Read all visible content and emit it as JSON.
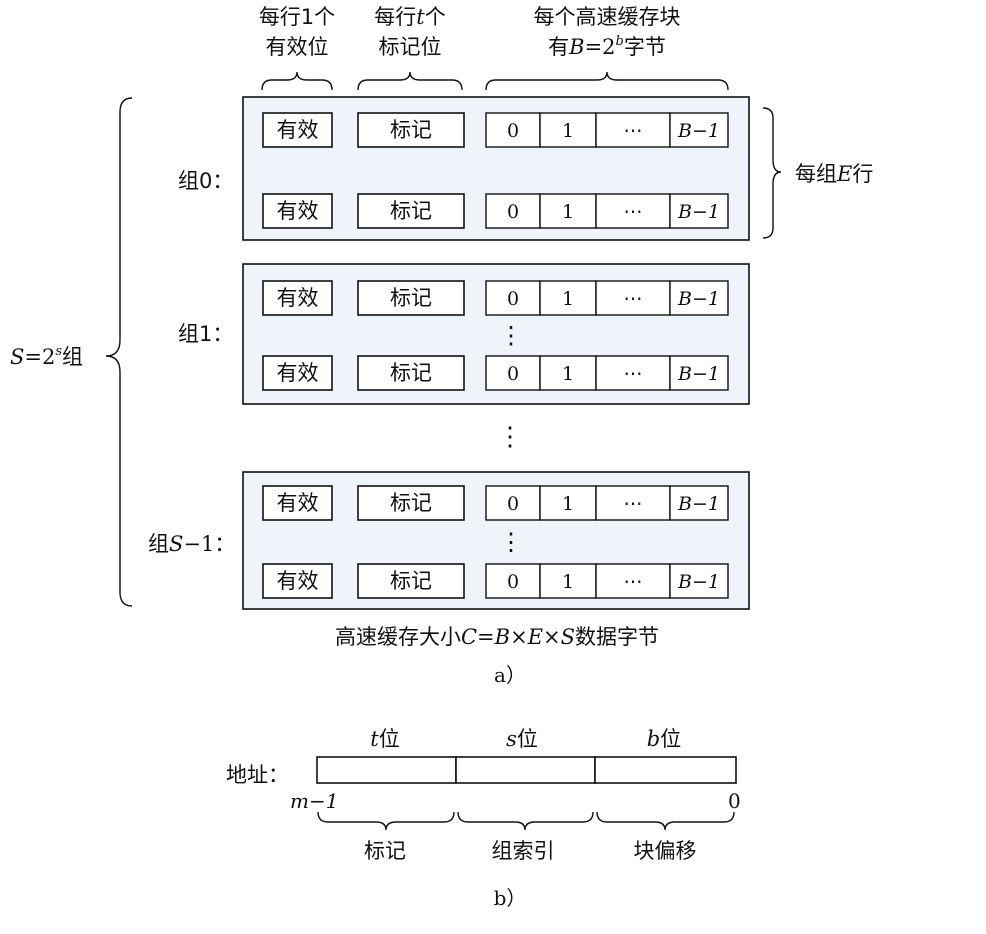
{
  "header": {
    "valid_per_line": [
      "每行1个",
      "有效位"
    ],
    "tag_per_line": {
      "prefix": "每行",
      "var": "t",
      "suffix": "个",
      "line2": "标记位"
    },
    "block_bytes": {
      "line1": "每个高速缓存块",
      "prefix": "有",
      "var": "B",
      "eq": "=2",
      "exp": "b",
      "suffix": "字节"
    }
  },
  "lines": {
    "valid_label": "有效",
    "tag_label": "标记",
    "block_cells": [
      "0",
      "1",
      "⋯",
      "B−1"
    ]
  },
  "sets": {
    "set0_label": "组0",
    "set1_label": "组1",
    "setlast_label": {
      "prefix": "组",
      "var": "S",
      "suffix": "−1"
    },
    "colon": "：",
    "vdots": "⋮"
  },
  "lines_per_set": {
    "prefix": "每组",
    "var": "E",
    "suffix": "行"
  },
  "num_sets": {
    "var": "S",
    "eq": "=2",
    "exp": "s",
    "suffix": "组"
  },
  "cache_size": {
    "prefix": "高速缓存大小",
    "c": "C",
    "eq": "=",
    "b": "B",
    "x1": "×",
    "e": "E",
    "x2": "×",
    "s": "S",
    "suffix": "数据字节"
  },
  "caption_a": "a）",
  "address": {
    "label": "地址：",
    "t_bits": {
      "var": "t",
      "suffix": "位"
    },
    "s_bits": {
      "var": "s",
      "suffix": "位"
    },
    "b_bits": {
      "var": "b",
      "suffix": "位"
    },
    "msb": "m−1",
    "lsb": "0",
    "tag": "标记",
    "set_index": "组索引",
    "block_offset": "块偏移"
  },
  "caption_b": "b）",
  "colors": {
    "set_fill": "#eef4f9",
    "stroke": "#111111",
    "cell_fill": "#ffffff"
  }
}
